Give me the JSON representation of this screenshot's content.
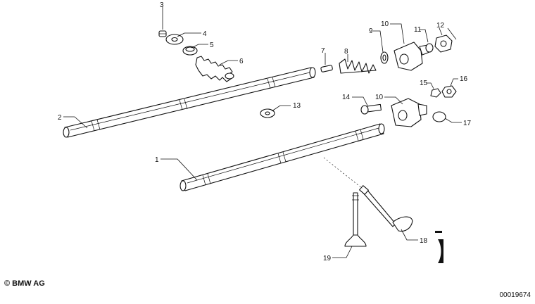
{
  "callouts": [
    {
      "label": "1"
    },
    {
      "label": "2"
    },
    {
      "label": "3"
    },
    {
      "label": "4"
    },
    {
      "label": "5"
    },
    {
      "label": "6"
    },
    {
      "label": "7"
    },
    {
      "label": "8"
    },
    {
      "label": "9"
    },
    {
      "label": "10"
    },
    {
      "label": "10"
    },
    {
      "label": "11"
    },
    {
      "label": "12"
    },
    {
      "label": "13"
    },
    {
      "label": "14"
    },
    {
      "label": "15"
    },
    {
      "label": "16"
    },
    {
      "label": "17"
    },
    {
      "label": "18"
    },
    {
      "label": "19"
    }
  ],
  "footer": {
    "copyright": "© BMW AG",
    "doc_number": "00019674"
  }
}
